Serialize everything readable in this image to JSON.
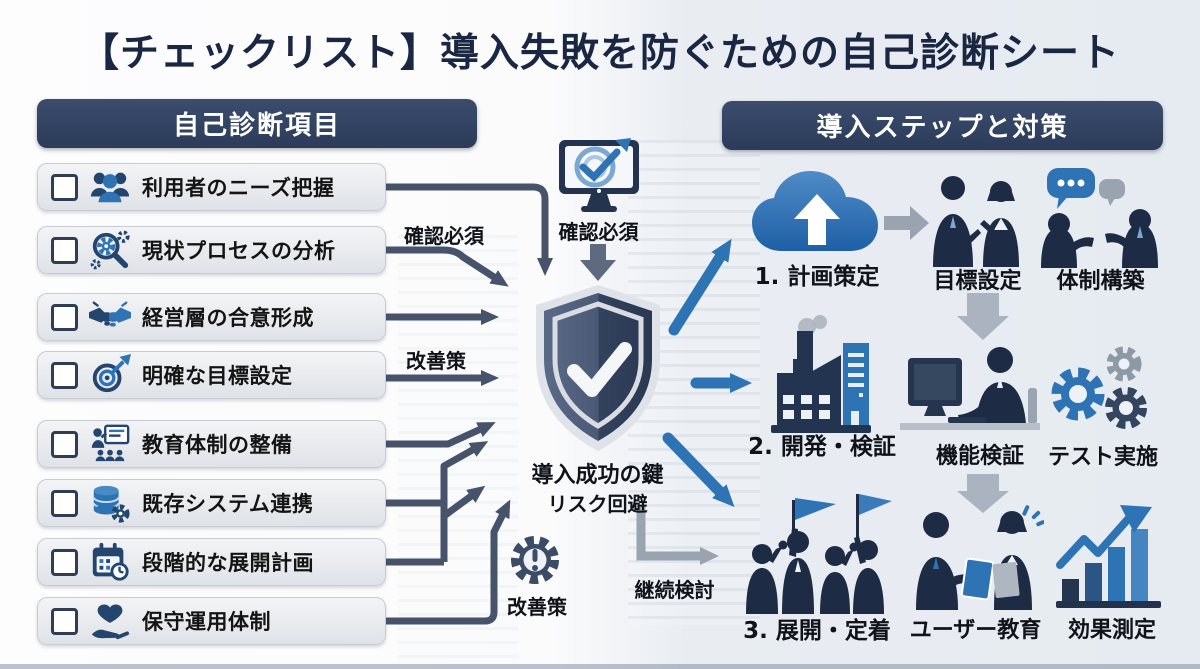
{
  "title": "【チェックリスト】導入失敗を防ぐための自己診断シート",
  "left_panel": {
    "header": "自己診断項目",
    "items": [
      {
        "label": "利用者のニーズ把握",
        "icon": "users-icon",
        "checked": false
      },
      {
        "label": "現状プロセスの分析",
        "icon": "search-gear-icon",
        "checked": false
      },
      {
        "label": "経営層の合意形成",
        "icon": "handshake-icon",
        "checked": false
      },
      {
        "label": "明確な目標設定",
        "icon": "target-icon",
        "checked": false
      },
      {
        "label": "教育体制の整備",
        "icon": "training-icon",
        "checked": false
      },
      {
        "label": "既存システム連携",
        "icon": "database-gear-icon",
        "checked": false
      },
      {
        "label": "段階的な展開計画",
        "icon": "calendar-clock-icon",
        "checked": false
      },
      {
        "label": "保守運用体制",
        "icon": "hand-heart-icon",
        "checked": false
      }
    ]
  },
  "center": {
    "check_required_left": "確認必須",
    "check_required_mid": "確認必須",
    "improvement_left": "改善策",
    "improvement_bottom": "改善策",
    "shield_caption_line1": "導入成功の鍵",
    "shield_caption_line2": "リスク回避",
    "continuous_review": "継続検討",
    "monitor_icon": "monitor-target-check-icon",
    "shield_icon": "shield-check-icon",
    "warning_icon": "gear-warning-icon"
  },
  "right_panel": {
    "header": "導入ステップと対策",
    "steps": [
      {
        "label": "1. 計画策定",
        "icon": "cloud-upload-icon",
        "sub1": {
          "label": "目標設定",
          "icon": "two-people-icon"
        },
        "sub2": {
          "label": "体制構築",
          "icon": "chat-people-icon"
        }
      },
      {
        "label": "2. 開発・検証",
        "icon": "factory-icon",
        "sub1": {
          "label": "機能検証",
          "icon": "person-computer-icon"
        },
        "sub2": {
          "label": "テスト実施",
          "icon": "gears-icon"
        }
      },
      {
        "label": "3. 展開・定着",
        "icon": "team-flags-icon",
        "sub1": {
          "label": "ユーザー教育",
          "icon": "tablet-training-icon"
        },
        "sub2": {
          "label": "効果測定",
          "icon": "growth-chart-icon"
        }
      }
    ]
  },
  "colors": {
    "accent_blue": "#2e74b5",
    "deep_navy": "#24466e",
    "header_navy": "#2e3d5a",
    "arrow_slate": "#46536a",
    "arrow_gray": "#9aa4b0",
    "title_navy": "#1a2742",
    "item_bg": "#e8eaee"
  }
}
